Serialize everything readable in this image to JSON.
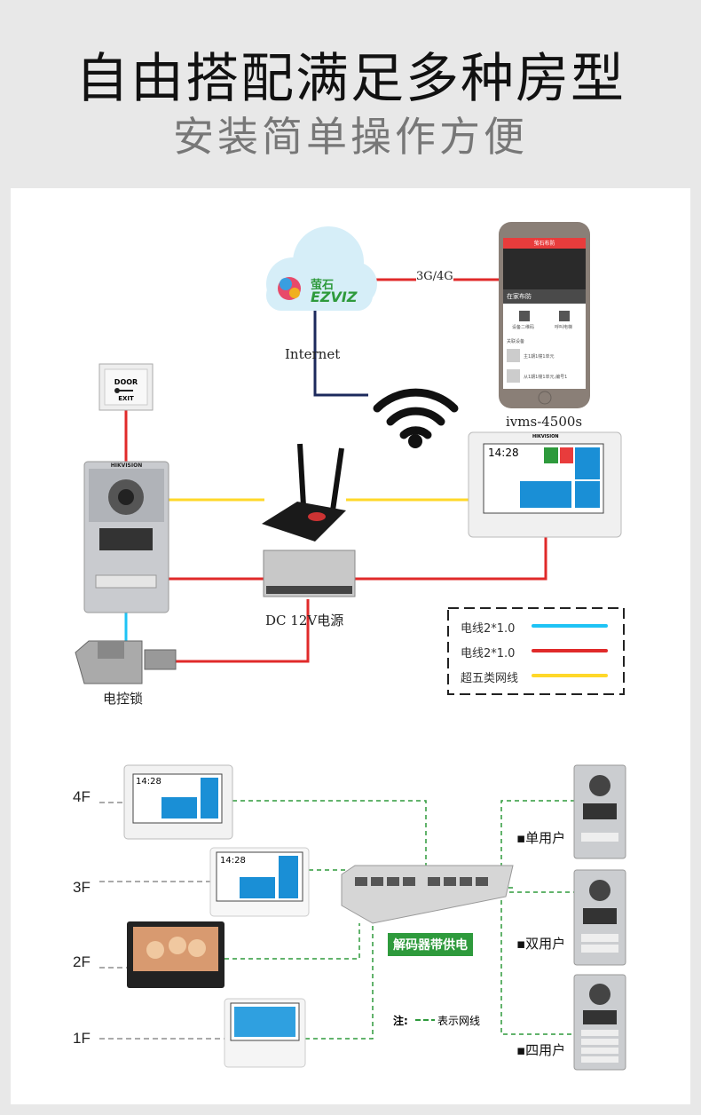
{
  "header": {
    "title": "自由搭配满足多种房型",
    "subtitle": "安装简单操作方便"
  },
  "top_diagram": {
    "cloud": {
      "brand_cn": "萤石",
      "brand": "EZVIZ"
    },
    "link_mobile": "3G/4G",
    "link_internet": "Internet",
    "phone": {
      "app_label": "ivms-4500s",
      "app_title": "萤石布防",
      "mode": "在家布防",
      "action1": "设备二维码",
      "action2": "呼叫电梯",
      "section": "关联设备",
      "device1": "主1期1幢1单元",
      "device2": "从1期1幢1单元,编号1"
    },
    "door_exit": {
      "line1": "DOOR",
      "line2": "EXIT"
    },
    "monitor": {
      "time": "14:28",
      "brand": "HIKVISION"
    },
    "station_brand": "HIKVISION",
    "power_label": "DC 12V电源",
    "lock_label": "电控锁",
    "legend": [
      {
        "label": "电线2*1.0",
        "color": "#1ec3f5"
      },
      {
        "label": "电线2*1.0",
        "color": "#e02a2a"
      },
      {
        "label": "超五类网线",
        "color": "#ffd829"
      }
    ],
    "colors": {
      "power": "#e02a2a",
      "network": "#ffd829",
      "lock": "#1ec3f5",
      "internet": "#1c2a5c"
    }
  },
  "bottom_diagram": {
    "floors": [
      "4F",
      "3F",
      "2F",
      "1F"
    ],
    "monitor_time": "14:28",
    "switch_label": "解码器带供电",
    "stations": [
      "单用户",
      "双用户",
      "四用户"
    ],
    "note_prefix": "注:",
    "note_text": "表示网线",
    "colors": {
      "network": "#2e9a3c"
    }
  }
}
